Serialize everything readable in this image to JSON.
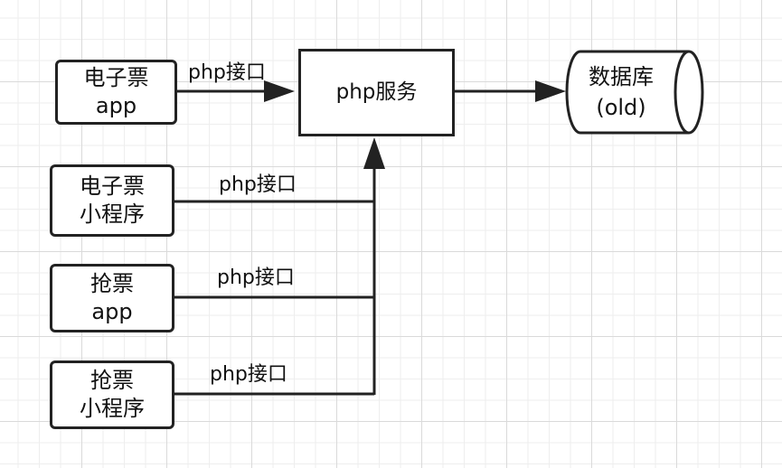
{
  "nodes": {
    "ticket_app": {
      "line1": "电子票",
      "line2": "app"
    },
    "ticket_mini": {
      "line1": "电子票",
      "line2": "小程序"
    },
    "grab_app": {
      "line1": "抢票",
      "line2": "app"
    },
    "grab_mini": {
      "line1": "抢票",
      "line2": "小程序"
    },
    "php_service": {
      "label": "php服务"
    },
    "database": {
      "line1": "数据库",
      "line2": "(old)"
    }
  },
  "edges": {
    "label_1": "php接口",
    "label_2": "php接口",
    "label_3": "php接口",
    "label_4": "php接口"
  }
}
